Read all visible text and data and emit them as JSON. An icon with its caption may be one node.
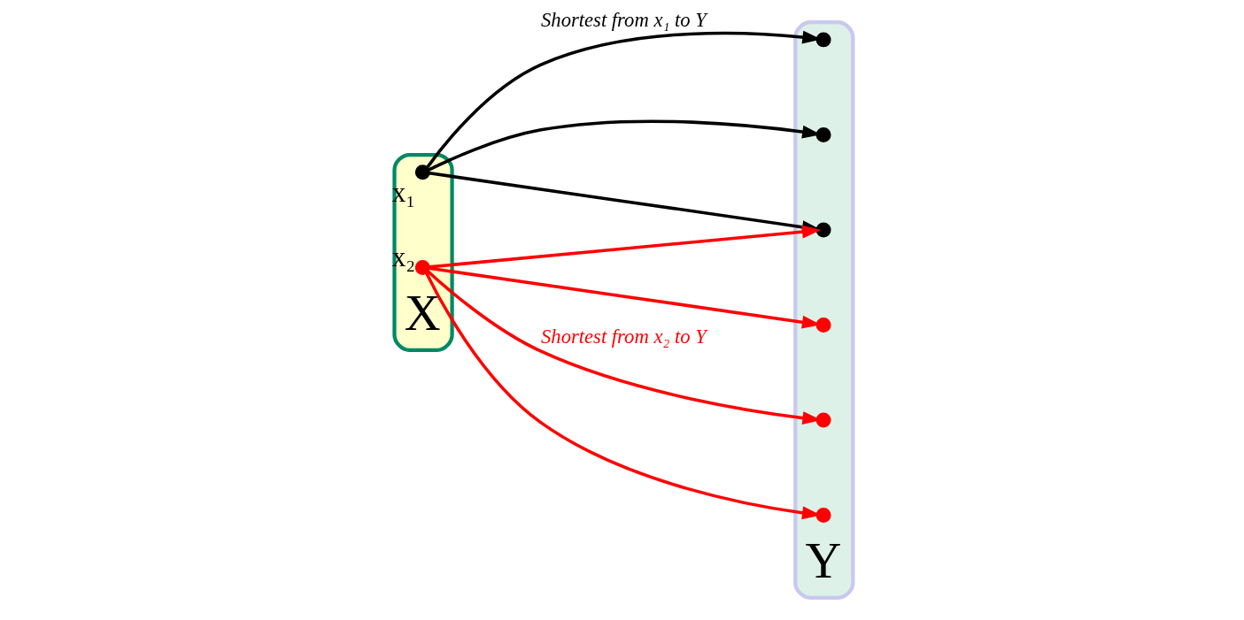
{
  "diagram": {
    "nodes": [
      {
        "text": [
          "X"
        ]
      },
      {
        "text": [],
        "shape": "circle",
        "in": 0,
        "beside": [
          "x₁"
        ]
      },
      {
        "text": [],
        "shape": "circle",
        "in": 0,
        "beside": [
          "x₂"
        ]
      },
      {
        "text": [
          "Y"
        ]
      },
      {
        "text": [],
        "shape": "circle",
        "in": 3
      },
      {
        "text": [],
        "shape": "circle",
        "in": 3
      },
      {
        "text": [],
        "shape": "circle",
        "in": 3
      },
      {
        "text": [],
        "shape": "circle",
        "in": 3
      },
      {
        "text": [],
        "shape": "circle",
        "in": 3
      },
      {
        "text": [],
        "shape": "circle",
        "in": 3
      }
    ],
    "edges": [
      {
        "from": 1,
        "to": 4,
        "arrow": "to",
        "label": "Shortest from x₁ to Y",
        "color": "#000000"
      },
      {
        "from": 1,
        "to": 5,
        "arrow": "to",
        "color": "#000000"
      },
      {
        "from": 1,
        "to": 6,
        "arrow": "to",
        "color": "#000000"
      },
      {
        "from": 2,
        "to": 6,
        "arrow": "to"
      },
      {
        "from": 2,
        "to": 7,
        "arrow": "to"
      },
      {
        "from": 2,
        "to": 8,
        "arrow": "to",
        "label": "Shortest from x₂ to Y"
      },
      {
        "from": 2,
        "to": 9,
        "arrow": "to"
      }
    ]
  }
}
